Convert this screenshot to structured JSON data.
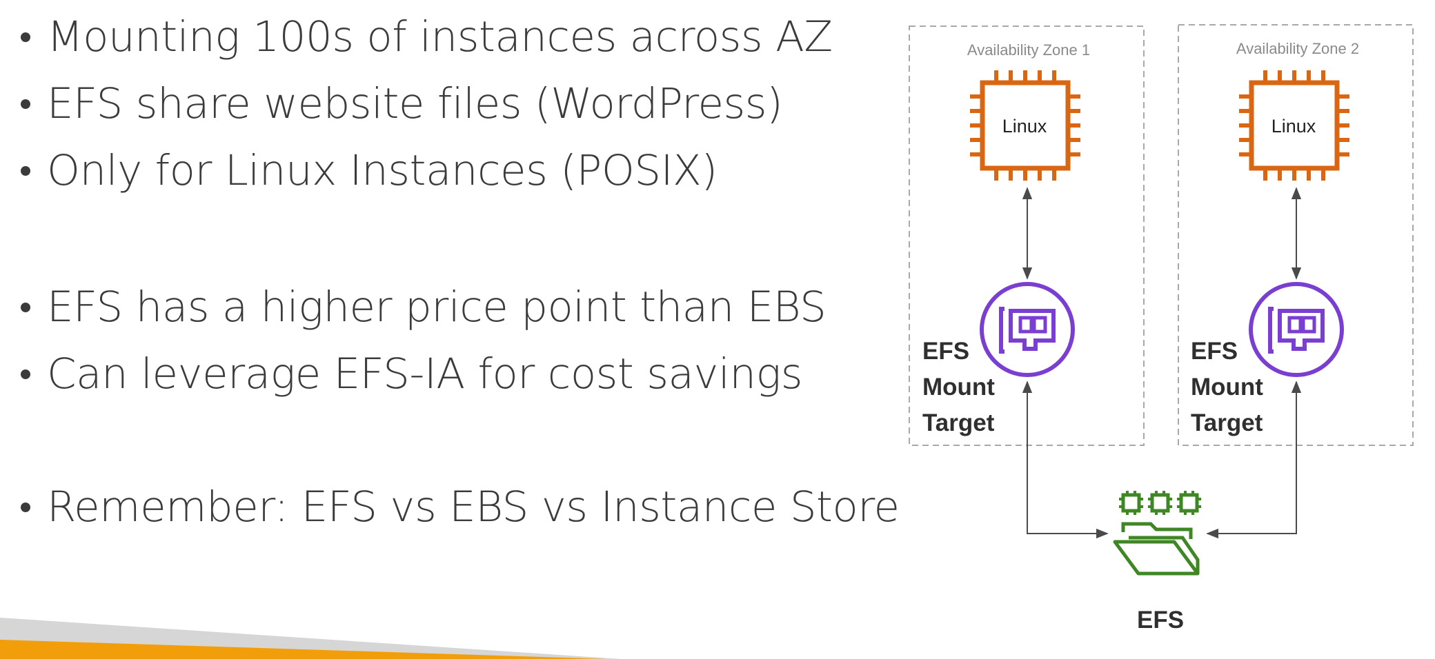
{
  "bullets": [
    "Mounting 100s of instances across AZ",
    "EFS share website files (WordPress)",
    "Only for Linux Instances (POSIX)",
    "EFS has a higher price point than EBS",
    "Can leverage EFS-IA for cost savings",
    "Remember: EFS vs EBS vs Instance Store"
  ],
  "diagram": {
    "zones": [
      {
        "label": "Availability Zone 1",
        "instance_label": "Linux",
        "mount_target_label": [
          "EFS",
          "Mount",
          "Target"
        ]
      },
      {
        "label": "Availability Zone 2",
        "instance_label": "Linux",
        "mount_target_label": [
          "EFS",
          "Mount",
          "Target"
        ]
      }
    ],
    "efs_label": "EFS"
  },
  "icons": {
    "instance": "ec2-chip-icon",
    "mount_target": "network-interface-icon",
    "efs": "efs-folder-icon"
  },
  "colors": {
    "text": "#3b3b3b",
    "chip": "#d86613",
    "mount_target": "#7a3fd1",
    "efs": "#3f8624",
    "zone_border": "#a8a8a8",
    "band_orange": "#f29e0a",
    "band_gray": "#d6d6d6"
  }
}
